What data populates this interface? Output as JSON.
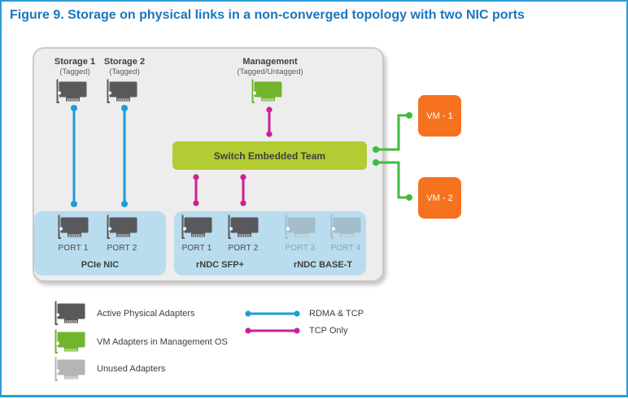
{
  "title": "Figure 9. Storage on physical links in a non-converged topology with two NIC ports",
  "colors": {
    "title_blue": "#1B75BC",
    "page_border_blue": "#2E9BD8",
    "container_bg": "#EDEDED",
    "rdma_blue": "#1E9CD7",
    "tcp_magenta": "#CE1F97",
    "link_green": "#3FBC3F",
    "switch_green": "#B3CC33",
    "group_bg_blue": "#B9DCEE",
    "vm_orange": "#F7721F",
    "adapter_dark": "#58595B",
    "adapter_green": "#72B52D",
    "adapter_unused": "#B5B5B5",
    "adapter_unused_port": "#A4BDCB"
  },
  "nodes": {
    "storage1": {
      "label": "Storage 1",
      "sublabel": "(Tagged)",
      "state": "active"
    },
    "storage2": {
      "label": "Storage 2",
      "sublabel": "(Tagged)",
      "state": "active"
    },
    "management": {
      "label": "Management",
      "sublabel": "(Tagged/Untagged)",
      "state": "vm"
    },
    "switch_team": {
      "label": "Switch Embedded Team"
    },
    "vm1": {
      "label": "VM - 1"
    },
    "vm2": {
      "label": "VM - 2"
    }
  },
  "nic_groups": [
    {
      "ports": [
        {
          "label": "PORT 1",
          "state": "active"
        },
        {
          "label": "PORT 2",
          "state": "active"
        }
      ],
      "captions": [
        {
          "label": "PCIe NIC"
        }
      ]
    },
    {
      "ports": [
        {
          "label": "PORT 1",
          "state": "active"
        },
        {
          "label": "PORT 2",
          "state": "active"
        },
        {
          "label": "PORT 3",
          "state": "unused"
        },
        {
          "label": "PORT 4",
          "state": "unused"
        }
      ],
      "captions": [
        {
          "label": "rNDC SFP+"
        },
        {
          "label": "rNDC BASE-T"
        }
      ]
    }
  ],
  "connections": [
    {
      "from": "Storage 1",
      "to": "PCIe NIC PORT 1",
      "type": "RDMA & TCP"
    },
    {
      "from": "Storage 2",
      "to": "PCIe NIC PORT 2",
      "type": "RDMA & TCP"
    },
    {
      "from": "Management",
      "to": "Switch Embedded Team",
      "type": "TCP Only"
    },
    {
      "from": "Switch Embedded Team",
      "to": "rNDC SFP+ PORT 1",
      "type": "TCP Only"
    },
    {
      "from": "Switch Embedded Team",
      "to": "rNDC SFP+ PORT 2",
      "type": "TCP Only"
    },
    {
      "from": "Switch Embedded Team",
      "to": "VM - 1",
      "type": "vm-network"
    },
    {
      "from": "Switch Embedded Team",
      "to": "VM - 2",
      "type": "vm-network"
    }
  ],
  "legend": {
    "adapters": [
      {
        "label": "Active Physical Adapters",
        "type": "active"
      },
      {
        "label": "VM Adapters in Management OS",
        "type": "vm"
      },
      {
        "label": "Unused Adapters",
        "type": "unused"
      }
    ],
    "lines": [
      {
        "label": "RDMA & TCP",
        "color": "#1E9CD7"
      },
      {
        "label": "TCP Only",
        "color": "#CE1F97"
      }
    ]
  }
}
